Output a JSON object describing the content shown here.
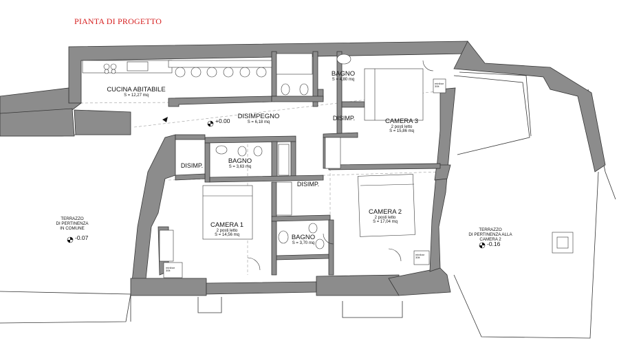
{
  "title": "PIANTA DI PROGETTO",
  "rooms": {
    "kitchen": {
      "name": "CUCINA ABITABILE",
      "area": "S = 12,27 mq"
    },
    "hall": {
      "name": "DISIMPEGNO",
      "area": "S = 6,18 mq"
    },
    "bath_top": {
      "name": "BAGNO",
      "area": "S = 4,80 mq"
    },
    "bath_center": {
      "name": "BAGNO",
      "area": "S = 3,63 mq"
    },
    "bath_bottom": {
      "name": "BAGNO",
      "area": "S = 3,70 mq"
    },
    "camera1": {
      "name": "CAMERA 1",
      "beds": "2 posti letto",
      "area": "S = 14,56 mq"
    },
    "camera2": {
      "name": "CAMERA 2",
      "beds": "2 posti letto",
      "area": "S = 17,04 mq"
    },
    "camera3": {
      "name": "CAMERA 3",
      "beds": "2 posti letto",
      "area": "S = 15,86 mq"
    }
  },
  "disimp": [
    "DISIMP.",
    "DISIMP.",
    "DISIMP."
  ],
  "elevations": {
    "main": "+0.00",
    "left": "-0.07",
    "right": "-0.16"
  },
  "terraces": {
    "left": [
      "TERRAZZO",
      "DI PERTINENZA",
      "IN COMUNE"
    ],
    "right": [
      "TERRAZZO",
      "DI PERTINENZA ALLA",
      "CAMERA 2"
    ]
  },
  "minibar": [
    "minibar",
    "30lt"
  ],
  "colors": {
    "wall": "#8c8c8c",
    "line": "#222222",
    "title": "#d62020"
  }
}
